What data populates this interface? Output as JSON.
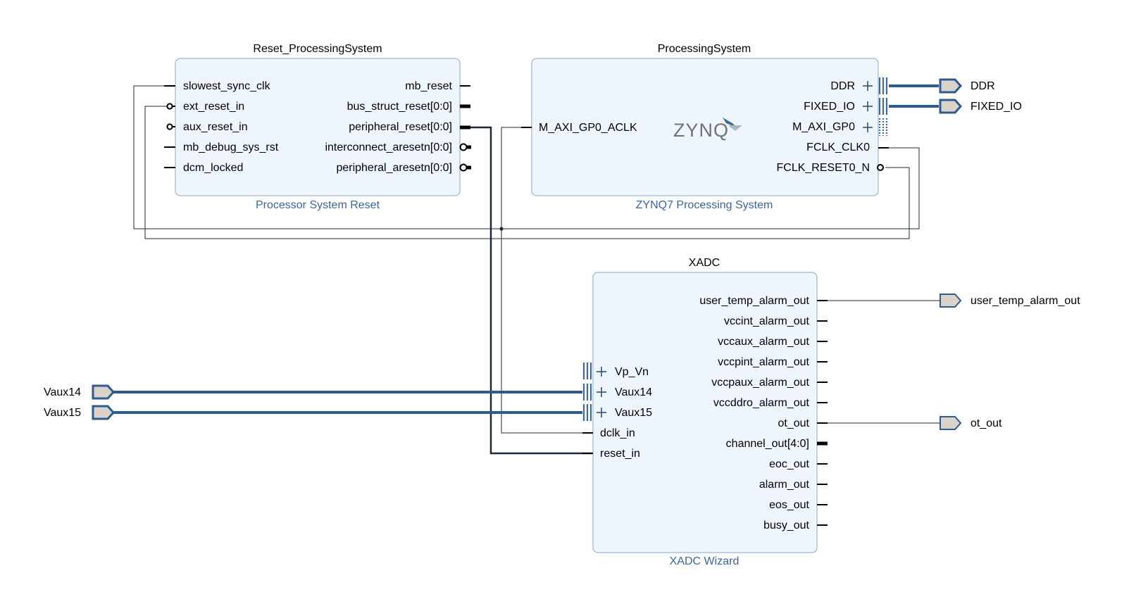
{
  "blocks": {
    "reset": {
      "title": "Reset_ProcessingSystem",
      "subtitle": "Processor System Reset",
      "inputs": [
        "slowest_sync_clk",
        "ext_reset_in",
        "aux_reset_in",
        "mb_debug_sys_rst",
        "dcm_locked"
      ],
      "outputs": [
        "mb_reset",
        "bus_struct_reset[0:0]",
        "peripheral_reset[0:0]",
        "interconnect_aresetn[0:0]",
        "peripheral_aresetn[0:0]"
      ]
    },
    "zynq": {
      "title": "ProcessingSystem",
      "subtitle": "ZYNQ7 Processing System",
      "logo": "ZYNQ",
      "inputs": [
        "M_AXI_GP0_ACLK"
      ],
      "outputs": [
        "DDR",
        "FIXED_IO",
        "M_AXI_GP0",
        "FCLK_CLK0",
        "FCLK_RESET0_N"
      ]
    },
    "xadc": {
      "title": "XADC",
      "subtitle": "XADC Wizard",
      "inputs": [
        "Vp_Vn",
        "Vaux14",
        "Vaux15",
        "dclk_in",
        "reset_in"
      ],
      "outputs": [
        "user_temp_alarm_out",
        "vccint_alarm_out",
        "vccaux_alarm_out",
        "vccpint_alarm_out",
        "vccpaux_alarm_out",
        "vccddro_alarm_out",
        "ot_out",
        "channel_out[4:0]",
        "eoc_out",
        "alarm_out",
        "eos_out",
        "busy_out"
      ]
    }
  },
  "external_ports": {
    "ddr": "DDR",
    "fixed_io": "FIXED_IO",
    "user_temp_alarm_out": "user_temp_alarm_out",
    "ot_out": "ot_out",
    "vaux14": "Vaux14",
    "vaux15": "Vaux15"
  },
  "colors": {
    "block_fill": "#eef5fc",
    "block_border": "#8aa8c8",
    "bus_wire": "#2f5b93",
    "subtitle_text": "#3a66a6",
    "port_fill": "#dad3cc"
  }
}
